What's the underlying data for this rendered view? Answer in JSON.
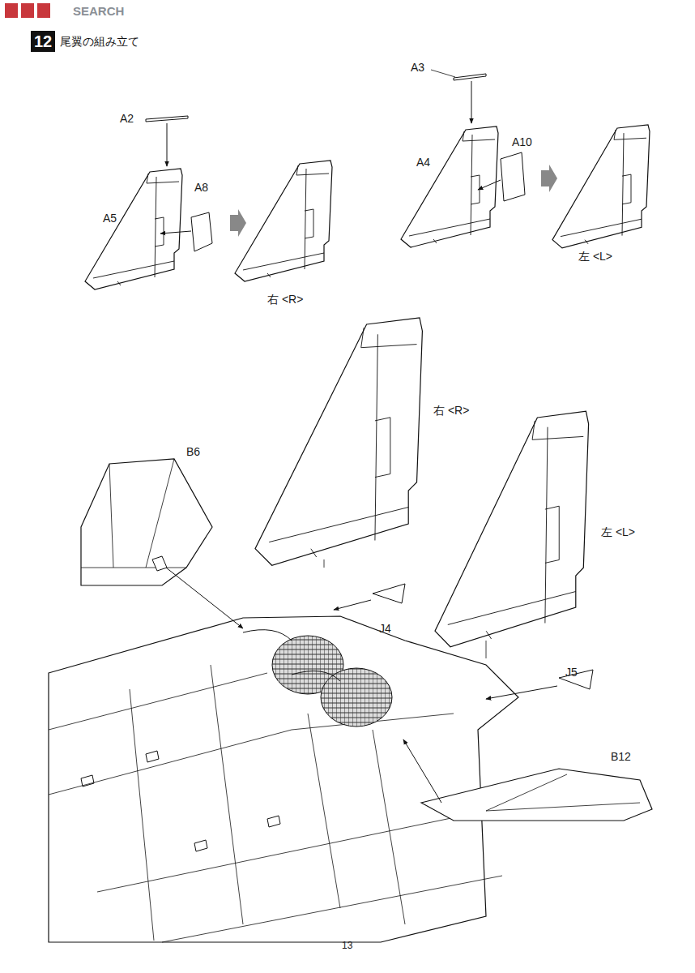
{
  "diagram": {
    "title": "尾翼の組み立て",
    "nodes": [
      {
        "text": [
          "12"
        ]
      }
    ],
    "labels": [
      "SEARCH",
      "A2",
      "A5",
      "A8",
      "右 <R>",
      "A3",
      "A4",
      "A10",
      "左 <L>",
      "右 <R>",
      "左 <L>",
      "B6",
      "J4",
      "J5",
      "B12",
      "13"
    ]
  }
}
